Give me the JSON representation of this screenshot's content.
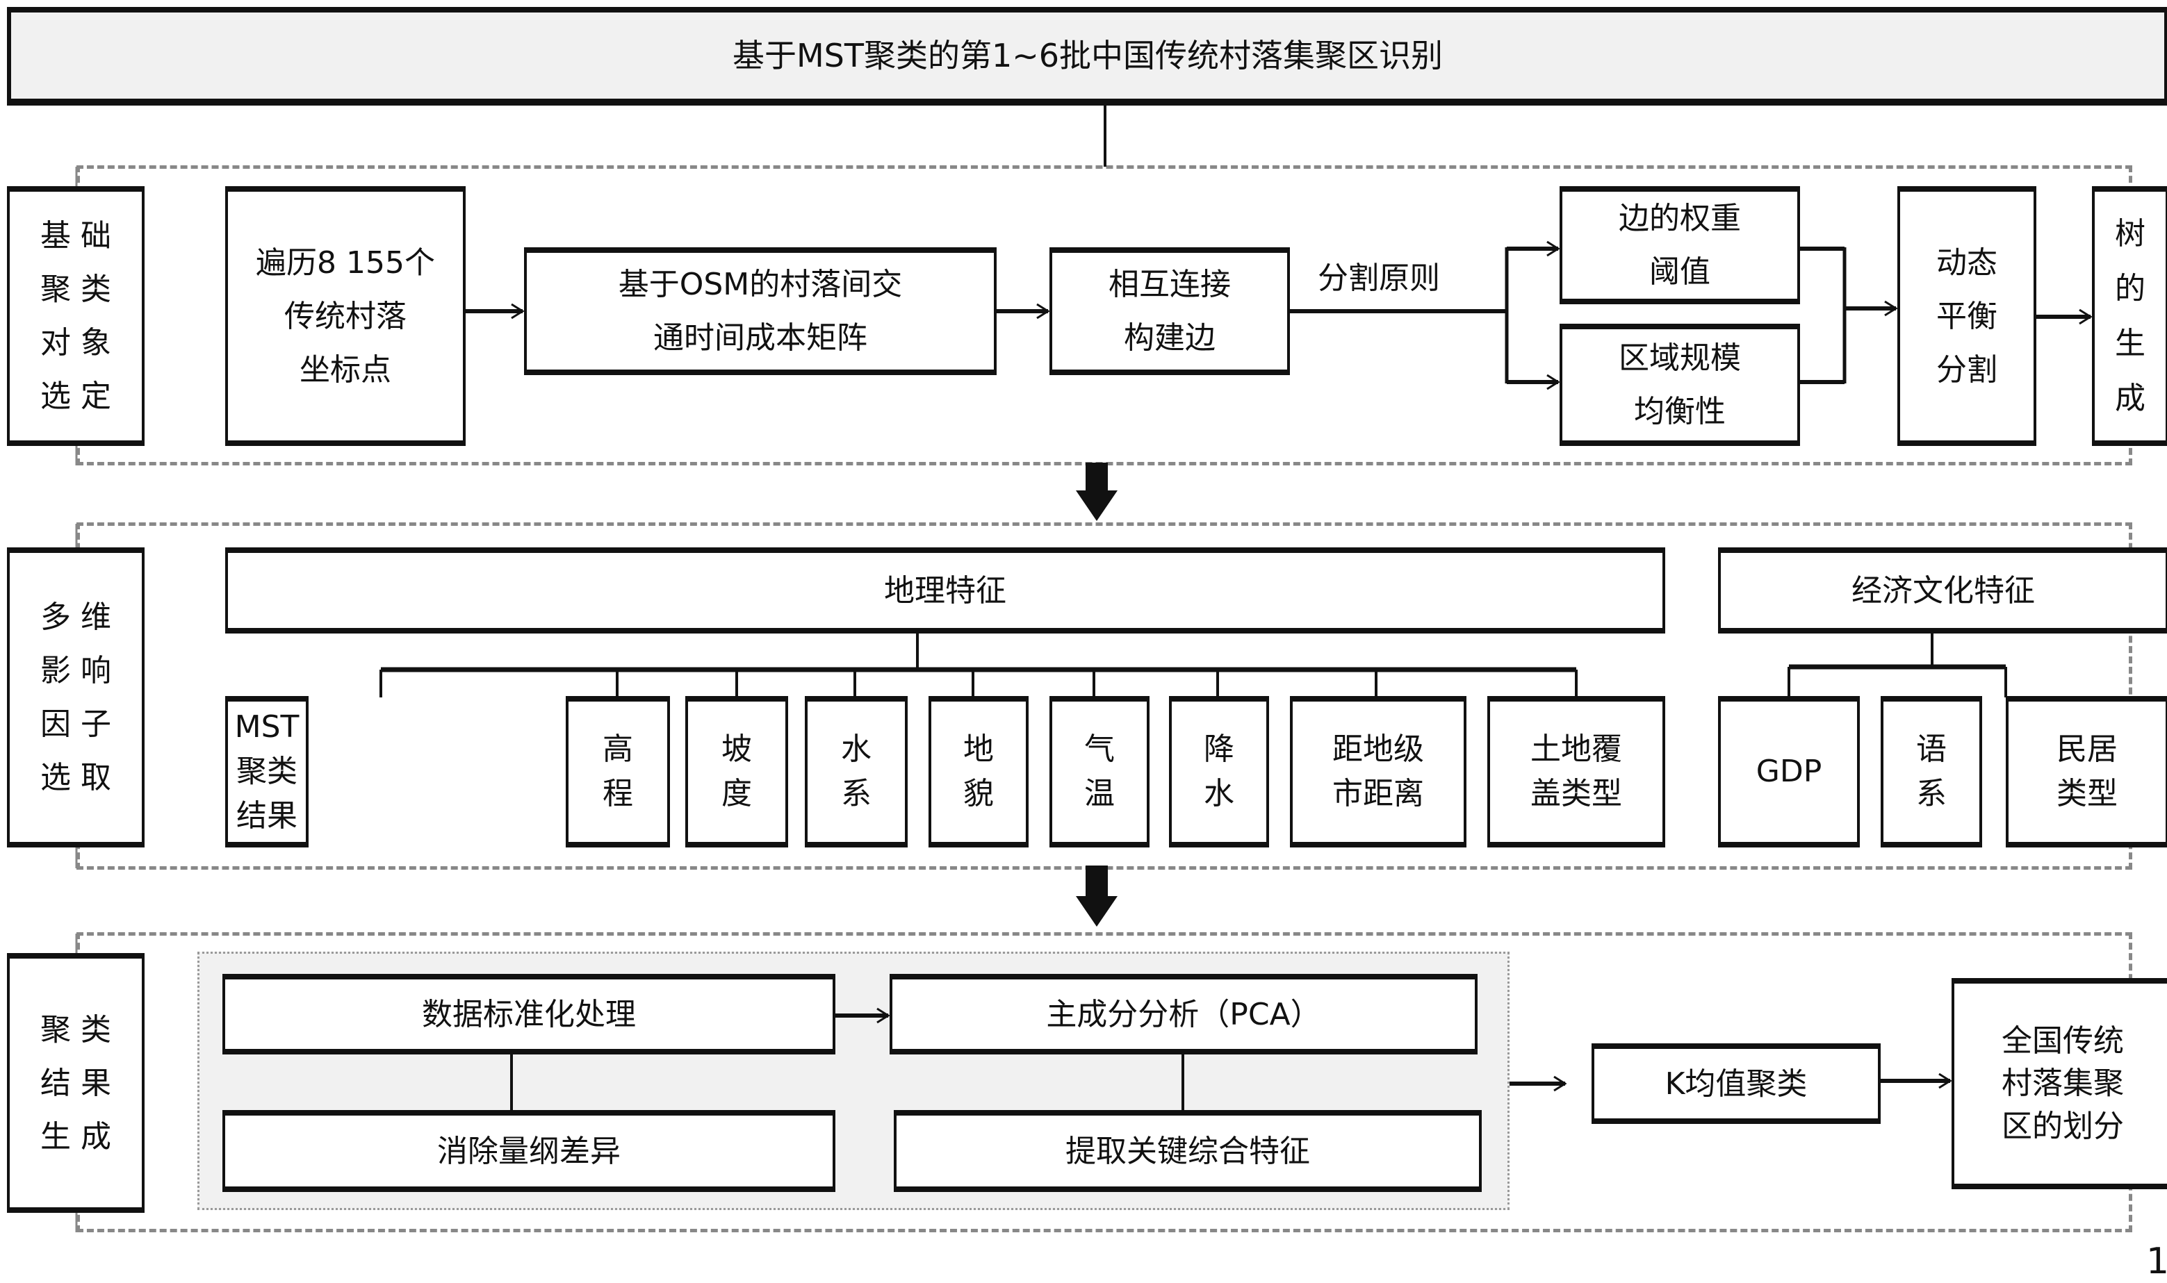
{
  "title": "基于MST聚类的第1~6批中国传统村落集聚区识别",
  "sections": {
    "s1": {
      "label": "基 础\n聚 类\n对 象\n选 定",
      "traverse": "遍历8 155个\n传统村落\n坐标点",
      "osm_matrix": "基于OSM的村落间交\n通时间成本矩阵",
      "connect_edges": "相互连接\n构建边",
      "split_principle": "分割原则",
      "edge_weight": "边的权重\n阈值",
      "region_balance": "区域规模\n均衡性",
      "dynamic_split": "动态\n平衡\n分割",
      "tree_gen": "树\n的\n生\n成"
    },
    "s2": {
      "label": "多 维\n影 响\n因 子\n选 取",
      "geo_features": "地理特征",
      "econ_culture": "经济文化特征",
      "geo_children": [
        "MST聚类结果",
        "高\n程",
        "坡\n度",
        "水\n系",
        "地\n貌",
        "气\n温",
        "降\n水",
        "距地级\n市距离",
        "土地覆\n盖类型"
      ],
      "econ_children": [
        "GDP",
        "语\n系",
        "民居\n类型"
      ]
    },
    "s3": {
      "label": "聚 类\n结 果\n生 成",
      "standardize": "数据标准化处理",
      "pca": "主成分分析（PCA）",
      "remove_dim": "消除量纲差异",
      "extract_features": "提取关键综合特征",
      "kmeans": "K均值聚类",
      "result": "全国传统\n村落集聚\n区的划分"
    }
  },
  "page_number": "1"
}
